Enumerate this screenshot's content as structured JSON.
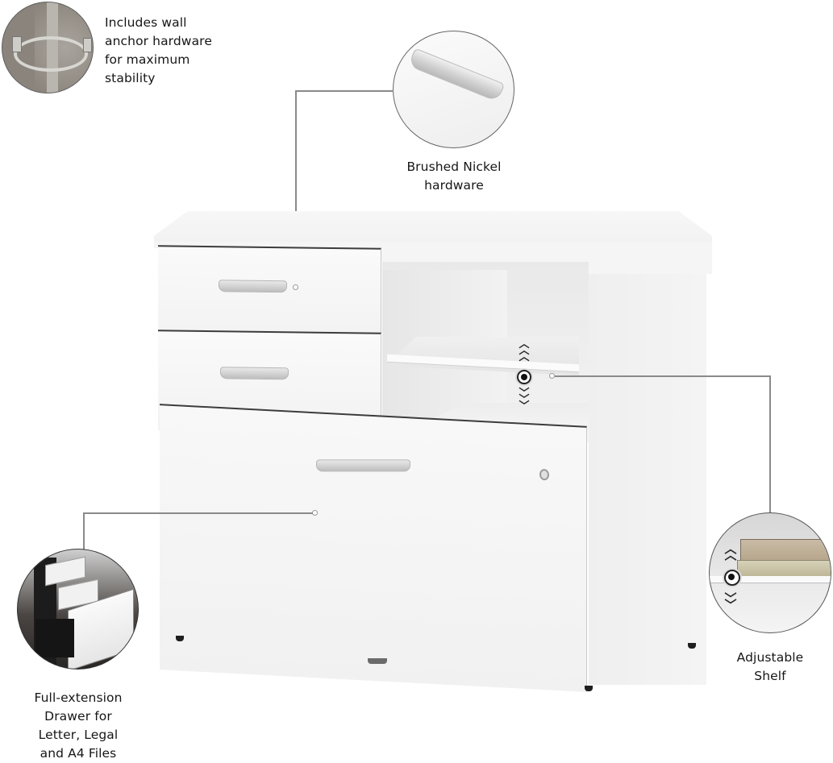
{
  "image": {
    "subject": "white mobile file cabinet with open shelf",
    "background_color": "#ffffff"
  },
  "callouts": [
    {
      "id": "wall-anchor",
      "icon": "wall-anchor-photo",
      "lines": [
        "Includes wall",
        "anchor hardware",
        "for maximum",
        "stability"
      ]
    },
    {
      "id": "hardware",
      "icon": "drawer-handle-photo",
      "lines": [
        "Brushed Nickel",
        "hardware"
      ]
    },
    {
      "id": "adjustable-shelf",
      "icon": "adjustable-shelf-photo",
      "lines": [
        "Adjustable",
        "Shelf"
      ]
    },
    {
      "id": "file-drawer",
      "icon": "open-drawers-photo",
      "lines": [
        "Full-extension",
        "Drawer for",
        "Letter, Legal",
        "and A4 Files"
      ]
    }
  ],
  "colors": {
    "cabinet": "#f4f4f4",
    "leader_line": "#8a8a8a",
    "text": "#161616"
  }
}
